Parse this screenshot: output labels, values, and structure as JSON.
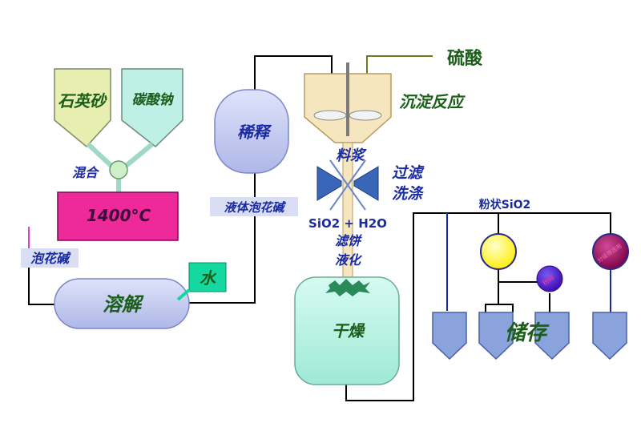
{
  "diagram": {
    "hopper_quartz": "石英砂",
    "hopper_soda": "碳酸钠",
    "mix": "混合",
    "furnace_temp": "1400°C",
    "sodium_silicate": "泡花碱",
    "water": "水",
    "dissolve": "溶解",
    "dilute": "稀释",
    "liquid_sodium_silicate": "液体泡花碱",
    "sulfuric_acid": "硫酸",
    "precipitation": "沉淀反应",
    "slurry": "料浆",
    "filter": "过滤",
    "wash": "洗涤",
    "filtrate_formula": "SiO2 + H2O",
    "filter_cake": "滤饼",
    "liquefy": "液化",
    "dry": "干燥",
    "powder_sio2": "粉状SiO2",
    "storage": "储存",
    "small_sphere_label": "粉碎",
    "red_sphere_label": "分级筛选用"
  },
  "colors": {
    "line": "#000000",
    "hopper_quartz": "#e8edb0",
    "hopper_soda": "#bff0e6",
    "furnace": "#ee2a9a",
    "water_box": "#13d9a0",
    "dilute_tank": "#c9cff0",
    "dissolve_tank": "#c9cff0",
    "dry_tank": "#bff3e6",
    "filter": "#3a66b8",
    "storage_silo": "#8aa3dd",
    "yellow_sphere": "#ffff66",
    "purple_sphere": "#4a10c8",
    "red_sphere": "#9a0a5a",
    "acid_line": "#6b7a1a",
    "label_green": "#1a5e1a",
    "label_blue": "#1a2aa0"
  }
}
